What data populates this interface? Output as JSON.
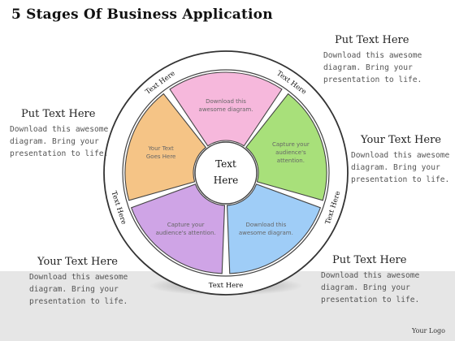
{
  "title": "5 Stages Of Business Application",
  "logo": "Your Logo",
  "colors": {
    "pink": "#f6b8dc",
    "green": "#a8e07a",
    "blue": "#9fcdf7",
    "purple": "#cfa4e6",
    "orange": "#f5c486",
    "ring": "#ffffff",
    "outline": "#333333",
    "band": "#e6e6e6"
  },
  "center": {
    "line1": "Text",
    "line2": "Here"
  },
  "ring_labels": [
    "Text Here",
    "Text Here",
    "Text Here",
    "Text Here",
    "Text Here"
  ],
  "segments": [
    {
      "color": "pink",
      "line1": "Download this",
      "line2": "awesome diagram."
    },
    {
      "color": "green",
      "line1": "Capture your",
      "line2": "audience's",
      "line3": "attention."
    },
    {
      "color": "blue",
      "line1": "Download this",
      "line2": "awesome diagram."
    },
    {
      "color": "purple",
      "line1": "Capture your",
      "line2": "audience's attention."
    },
    {
      "color": "orange",
      "line1": "Your Text",
      "line2": "Goes Here"
    }
  ],
  "callouts": [
    {
      "heading": "Put Text Here",
      "body": "Download this awesome\ndiagram. Bring your\npresentation to life."
    },
    {
      "heading": "Your Text Here",
      "body": "Download this awesome\ndiagram. Bring your\npresentation to life."
    },
    {
      "heading": "Put Text Here",
      "body": "Download this awesome\ndiagram. Bring your\npresentation to life."
    },
    {
      "heading": "Your Text Here",
      "body": "Download this awesome\ndiagram. Bring your\npresentation to life."
    },
    {
      "heading": "Put Text Here",
      "body": "Download this awesome\ndiagram. Bring your\npresentation to life."
    }
  ]
}
